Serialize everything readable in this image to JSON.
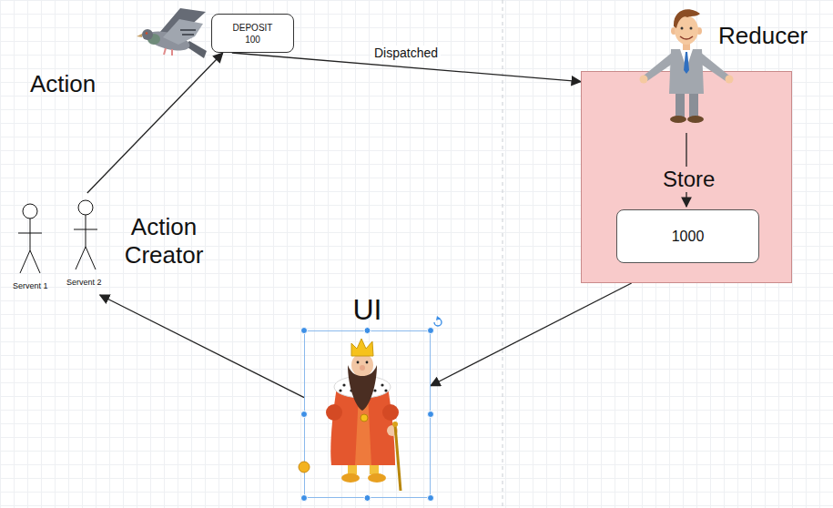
{
  "diagram": {
    "nodes": [
      {
        "text": [
          "DEPOSIT",
          "100"
        ]
      },
      {
        "text": [
          "Reducer",
          "Store"
        ]
      },
      {
        "text": [
          "1000"
        ],
        "in": 1
      },
      {
        "text": [
          "Servent 1",
          "Servent 2",
          "Action Creator"
        ]
      },
      {
        "text": [
          "UI"
        ]
      }
    ],
    "edges": [
      {
        "from": 0,
        "to": 1,
        "arrow": "to",
        "label": "Dispatched"
      },
      {
        "from": 1,
        "to": 4,
        "arrow": "to"
      },
      {
        "from": 4,
        "to": 3,
        "arrow": "to"
      },
      {
        "from": 3,
        "to": 0,
        "arrow": "to"
      }
    ],
    "labels": [
      "Action"
    ]
  }
}
